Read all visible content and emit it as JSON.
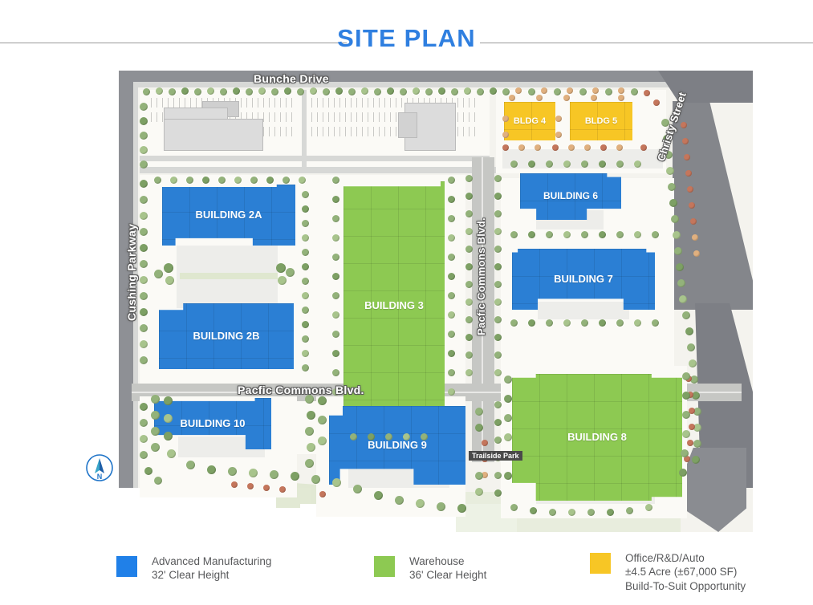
{
  "header": {
    "title": "SITE PLAN"
  },
  "map": {
    "streets": [
      {
        "name": "bunche-drive",
        "label": "Bunche Drive"
      },
      {
        "name": "cushing-parkway",
        "label": "Cushing Parkway"
      },
      {
        "name": "pacfic-commons-blvd-v",
        "label": "Pacfic Commons Blvd."
      },
      {
        "name": "pacfic-commons-blvd-h",
        "label": "Pacfic Commons Blvd."
      },
      {
        "name": "christy-street",
        "label": "Christy Street"
      }
    ],
    "park_label": "Trailside Park",
    "compass_label": "N",
    "buildings": [
      {
        "id": "building-2a",
        "label": "BUILDING 2A",
        "type": "advanced-manufacturing",
        "color": "#2b7fd4"
      },
      {
        "id": "building-2b",
        "label": "BUILDING 2B",
        "type": "advanced-manufacturing",
        "color": "#2b7fd4"
      },
      {
        "id": "building-3",
        "label": "BUILDING 3",
        "type": "warehouse",
        "color": "#8dc952"
      },
      {
        "id": "bldg-4",
        "label": "BLDG 4",
        "type": "office-rd-auto",
        "color": "#f7c625"
      },
      {
        "id": "bldg-5",
        "label": "BLDG 5",
        "type": "office-rd-auto",
        "color": "#f7c625"
      },
      {
        "id": "building-6",
        "label": "BUILDING 6",
        "type": "advanced-manufacturing",
        "color": "#2b7fd4"
      },
      {
        "id": "building-7",
        "label": "BUILDING 7",
        "type": "advanced-manufacturing",
        "color": "#2b7fd4"
      },
      {
        "id": "building-8",
        "label": "BUILDING 8",
        "type": "warehouse",
        "color": "#8dc952"
      },
      {
        "id": "building-9",
        "label": "BUILDING 9",
        "type": "advanced-manufacturing",
        "color": "#2b7fd4"
      },
      {
        "id": "building-10",
        "label": "BUILDING 10",
        "type": "advanced-manufacturing",
        "color": "#2b7fd4"
      }
    ]
  },
  "legend": {
    "items": [
      {
        "name": "advanced-manufacturing",
        "color": "#2b7fd4",
        "text": "Advanced Manufacturing\n32' Clear Height"
      },
      {
        "name": "warehouse",
        "color": "#8dc952",
        "text": "Warehouse\n36' Clear Height"
      },
      {
        "name": "office-rd-auto",
        "color": "#f7c625",
        "text": "Office/R&D/Auto\n±4.5 Acre (±67,000 SF)\nBuild-To-Suit Opportunity"
      }
    ]
  }
}
